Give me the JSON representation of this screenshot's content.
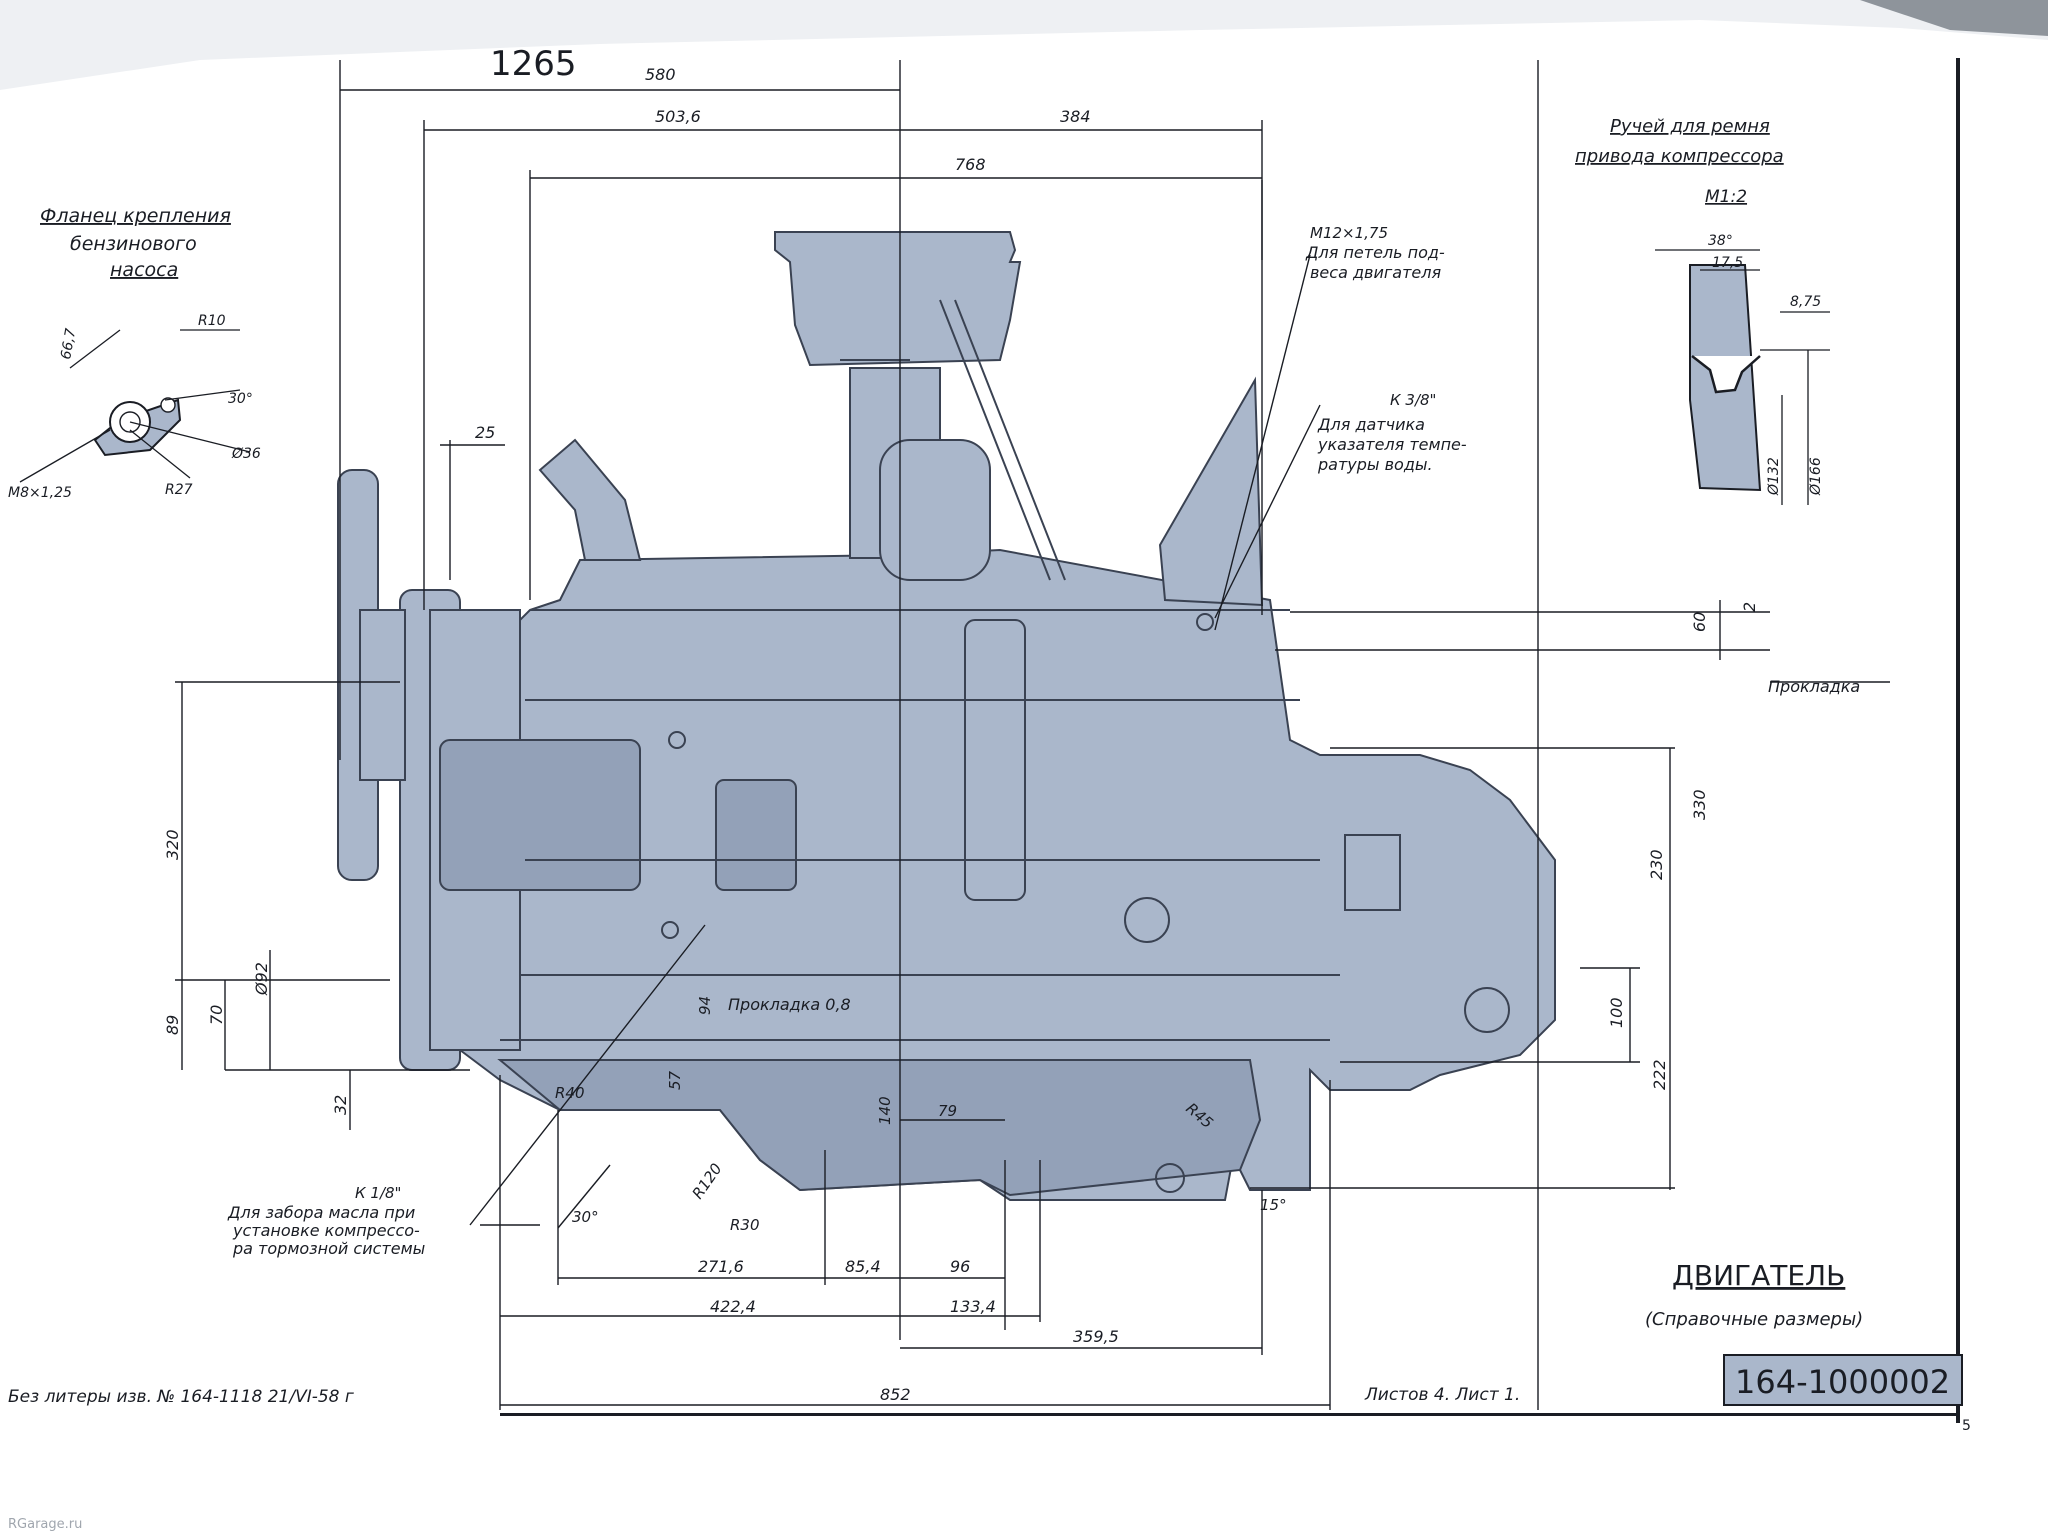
{
  "sheet": {
    "top_note": "1265",
    "drawing_number": "164-1000002",
    "page_number": "5",
    "title": "ДВИГАТЕЛЬ",
    "subtitle": "(Справочные размеры)",
    "sheets_note": "Листов 4. Лист 1.",
    "litera_note": "Без литеры изв. № 164-1118  21/VI-58 г",
    "watermark": "RGarage.ru"
  },
  "flange": {
    "title_line1": "Фланец крепления",
    "title_line2": "бензинового",
    "title_line3": "насоса",
    "dims": [
      "66,7",
      "R10",
      "30°",
      "Ø36",
      "R27",
      "М8×1,25"
    ]
  },
  "pulley": {
    "title_line1": "Ручей для ремня",
    "title_line2": "привода компрессора",
    "scale": "М1:2",
    "dims": [
      "38°",
      "17,5",
      "8,75",
      "Ø132",
      "Ø166"
    ]
  },
  "callouts": {
    "lifting_thread": "М12×1,75",
    "lifting_line1": "Для петель под-",
    "lifting_line2": "веса двигателя",
    "temp_thread": "К 3/8\"",
    "temp_line1": "Для датчика",
    "temp_line2": "указателя темпе-",
    "temp_line3": "ратуры воды.",
    "gasket": "Прокладка",
    "gasket_08": "Прокладка 0,8",
    "oil_thread": "К 1/8\"",
    "oil_line1": "Для забора масла при",
    "oil_line2": "установке компрессо-",
    "oil_line3": "ра тормозной системы"
  },
  "dims": {
    "top": [
      "580",
      "503,6",
      "384",
      "768",
      "25"
    ],
    "left": [
      "320",
      "89",
      "70",
      "Ø92",
      "32"
    ],
    "right": [
      "60",
      "2",
      "330",
      "230",
      "100",
      "222"
    ],
    "bottom": [
      "R40",
      "57",
      "94",
      "140",
      "79",
      "R120",
      "R30",
      "R45",
      "15°",
      "30°",
      "271,6",
      "85,4",
      "96",
      "422,4",
      "133,4",
      "359,5",
      "852"
    ]
  },
  "colors": {
    "engine_fill": "#aab7cb",
    "engine_dark": "#93a1b8",
    "ink": "#1a1d24",
    "paper": "#ffffff"
  }
}
